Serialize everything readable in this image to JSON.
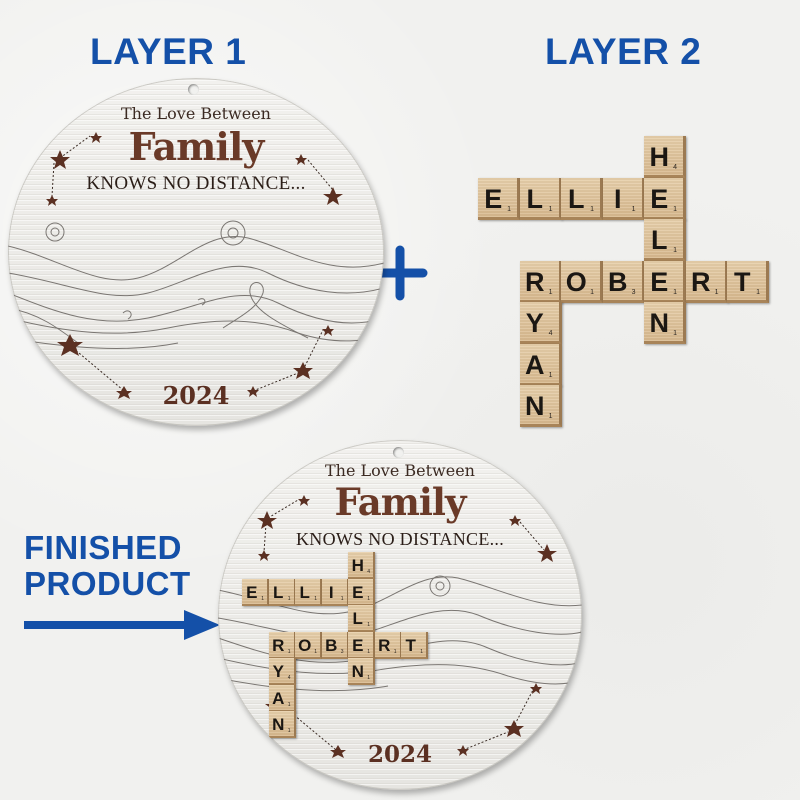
{
  "labels": {
    "layer1": "LAYER 1",
    "layer2": "LAYER 2",
    "finished_line1": "FINISHED",
    "finished_line2": "PRODUCT"
  },
  "icons": {
    "plus": "plus-icon",
    "arrow": "arrow-right-icon"
  },
  "colors": {
    "label_blue": "#1450a8",
    "engraving_brown": "#6a3a28",
    "tile_wood": "#e0c49c",
    "ornament_white": "#ecebe7"
  },
  "ornament": {
    "line1": "The Love Between",
    "line2": "Family",
    "line3": "KNOWS NO DISTANCE...",
    "year": "2024"
  },
  "crossword": {
    "words": [
      {
        "word": "ELLIE",
        "direction": "across"
      },
      {
        "word": "HELEN",
        "direction": "down"
      },
      {
        "word": "ROBERT",
        "direction": "across"
      },
      {
        "word": "RYAN",
        "direction": "down"
      }
    ],
    "tiles": [
      {
        "letter": "E",
        "points": "1",
        "col": 0,
        "row": 1
      },
      {
        "letter": "L",
        "points": "1",
        "col": 1,
        "row": 1
      },
      {
        "letter": "L",
        "points": "1",
        "col": 2,
        "row": 1
      },
      {
        "letter": "I",
        "points": "1",
        "col": 3,
        "row": 1
      },
      {
        "letter": "H",
        "points": "4",
        "col": 4,
        "row": 0
      },
      {
        "letter": "E",
        "points": "1",
        "col": 4,
        "row": 1
      },
      {
        "letter": "L",
        "points": "1",
        "col": 4,
        "row": 2
      },
      {
        "letter": "R",
        "points": "1",
        "col": 1,
        "row": 3
      },
      {
        "letter": "O",
        "points": "1",
        "col": 2,
        "row": 3
      },
      {
        "letter": "B",
        "points": "3",
        "col": 3,
        "row": 3
      },
      {
        "letter": "E",
        "points": "1",
        "col": 4,
        "row": 3
      },
      {
        "letter": "R",
        "points": "1",
        "col": 5,
        "row": 3
      },
      {
        "letter": "T",
        "points": "1",
        "col": 6,
        "row": 3
      },
      {
        "letter": "N",
        "points": "1",
        "col": 4,
        "row": 4
      },
      {
        "letter": "Y",
        "points": "4",
        "col": 1,
        "row": 4
      },
      {
        "letter": "A",
        "points": "1",
        "col": 1,
        "row": 5
      },
      {
        "letter": "N",
        "points": "1",
        "col": 1,
        "row": 6
      }
    ]
  }
}
